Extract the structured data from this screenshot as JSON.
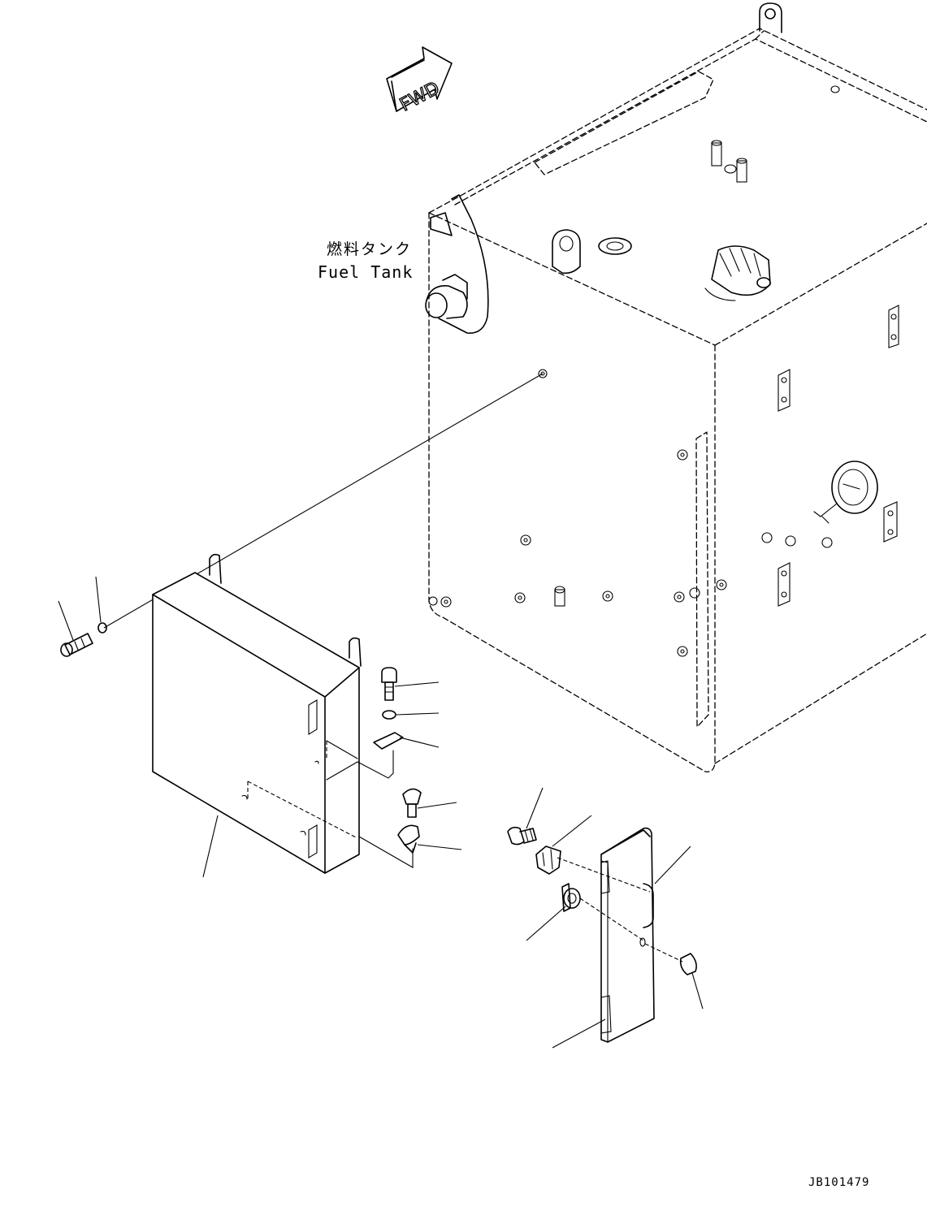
{
  "direction_indicator": {
    "label": "FWD"
  },
  "fuel_tank": {
    "label_jp": "燃料タンク",
    "label_en": "Fuel Tank"
  },
  "drawing_code": "JB101479"
}
